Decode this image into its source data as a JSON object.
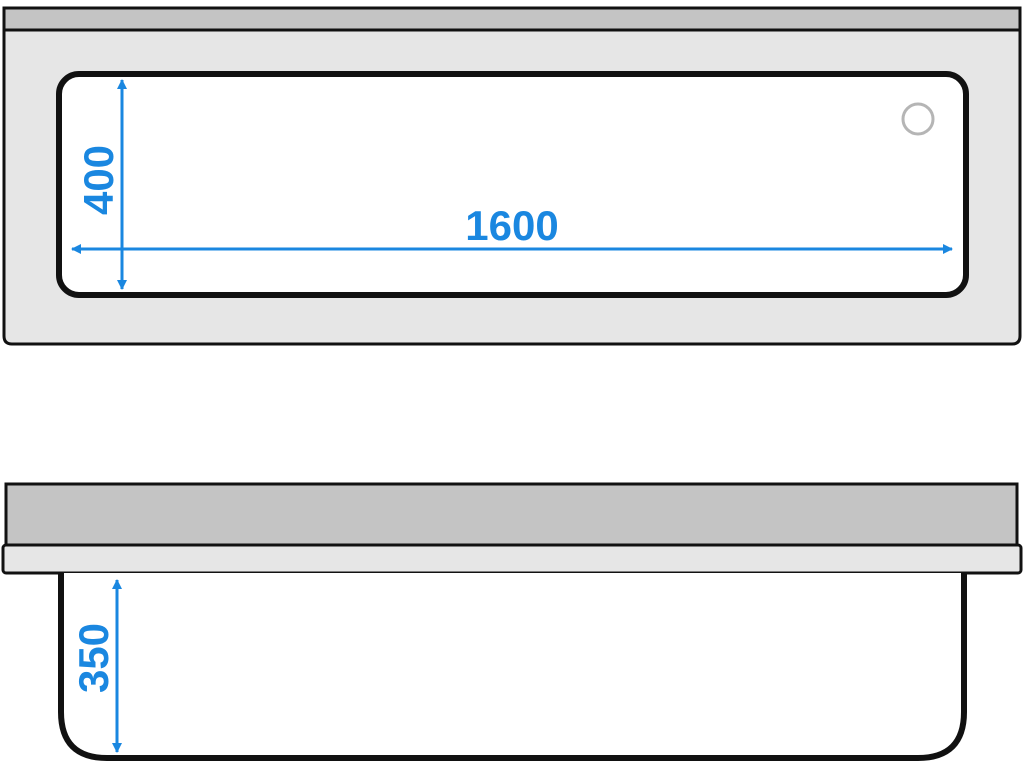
{
  "top_view": {
    "length": "1600",
    "width": "400"
  },
  "front_view": {
    "depth": "350"
  },
  "colors": {
    "outline": "#111111",
    "steel_light": "#e6e6e6",
    "steel_mid": "#c4c4c4",
    "basin": "#ffffff",
    "dimension": "#1a87e0",
    "drain": "#b5b5b5"
  }
}
